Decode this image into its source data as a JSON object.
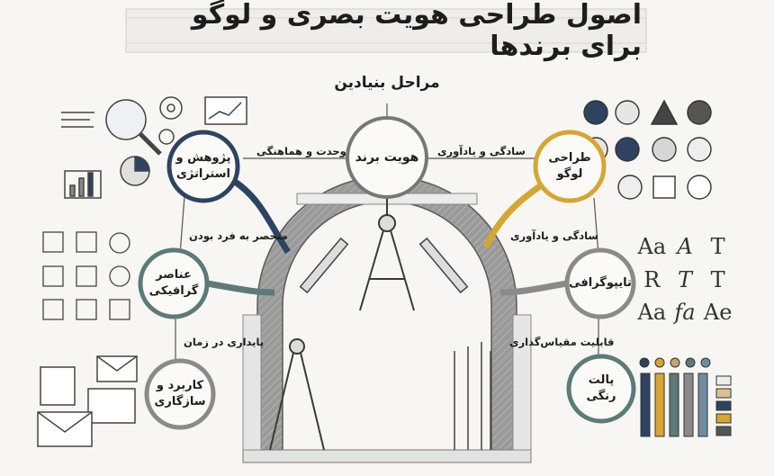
{
  "title": "اصول طراحی هویت بصری و لوگو برای برندها",
  "subtitle": "مراحل بنیادین",
  "nodes": {
    "brand_identity": "هویت برند",
    "research_strategy": "پژوهش و استراتژی",
    "logo_design": "طراحی لوگو",
    "graphic_elements": "عناصر گرافیکی",
    "typography": "تایپوگرافی",
    "application": "کاربرد و سازگاری",
    "color_palette": "پالت رنگی"
  },
  "connectors": {
    "unity_harmony": "وحدت و هماهنگی",
    "simplicity_memorability_top": "سادگی و یادآوری",
    "uniqueness": "منحصر به فرد بودن",
    "simplicity_memorability_right": "سادگی و یادآوری",
    "timelessness": "پایداری در زمان",
    "scalability": "قابلیت مقیاس‌گذاری"
  },
  "typography_samples": [
    "Aa",
    "A",
    "T",
    "R",
    "T",
    "T",
    "Aa",
    "fa",
    "Ae"
  ],
  "colors": {
    "navy": "#2d4361",
    "gold": "#d6a532",
    "teal": "#5d7a78",
    "gray": "#8a8a8a",
    "tan": "#c4a56a",
    "steel": "#6f8ca0"
  },
  "icons": [
    "magnifier-icon",
    "gear-icon",
    "chart-icon",
    "pie-chart-icon",
    "envelope-icon",
    "monitor-icon",
    "compass-icon",
    "pencil-icon",
    "logo-mark-icon"
  ]
}
